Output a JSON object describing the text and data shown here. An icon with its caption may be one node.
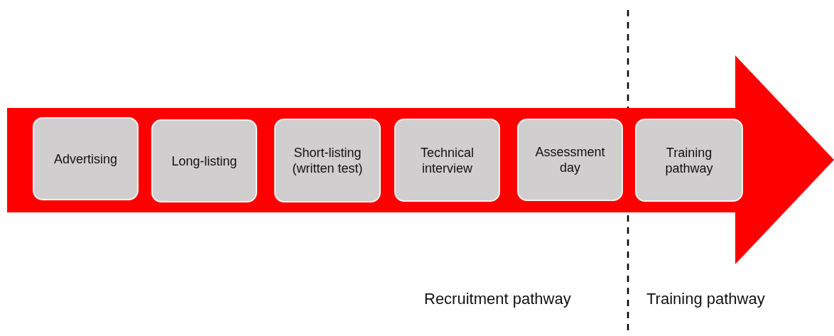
{
  "diagram": {
    "nodes": [
      {
        "text": [],
        "shape": "arrow"
      },
      {
        "text": [
          "Advertising"
        ],
        "in": 0
      },
      {
        "text": [
          "Long-listing"
        ],
        "in": 0
      },
      {
        "text": [
          "Short-listing (written test)"
        ],
        "in": 0
      },
      {
        "text": [
          "Technical interview"
        ],
        "in": 0
      },
      {
        "text": [
          "Assessment day"
        ],
        "in": 0
      },
      {
        "text": [
          "Training pathway"
        ],
        "in": 0
      }
    ],
    "labels": [
      "Recruitment pathway",
      "Training pathway"
    ]
  }
}
